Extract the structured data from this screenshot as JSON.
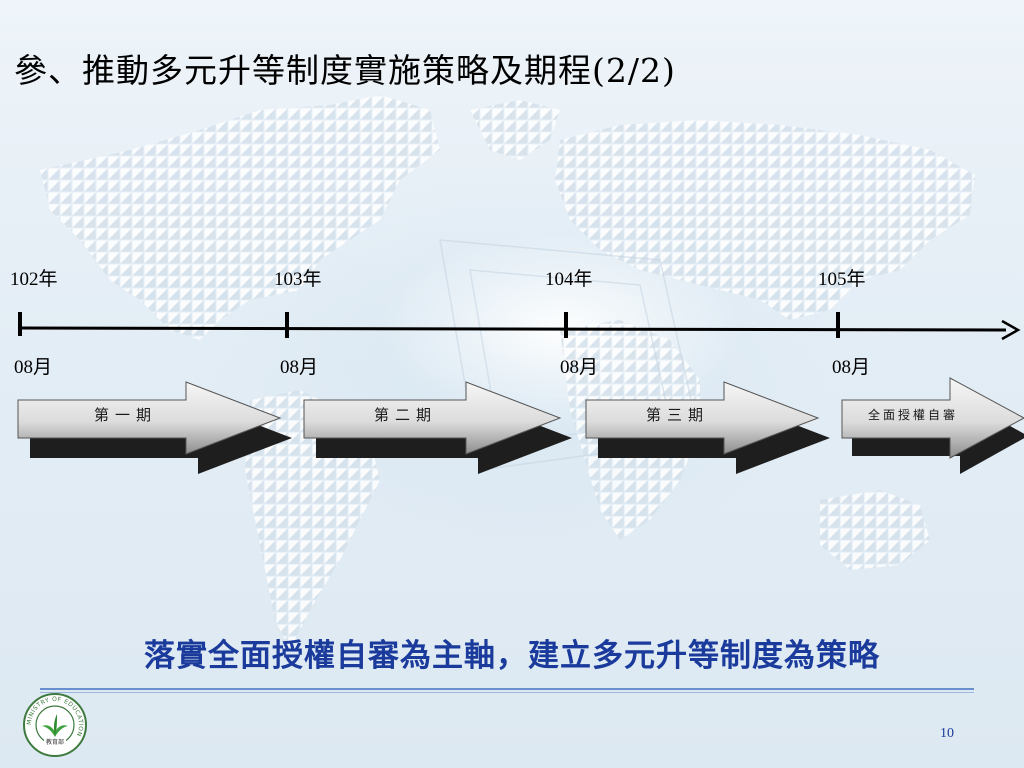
{
  "slide": {
    "title": "參、推動多元升等制度實施策略及期程(2/2)",
    "subtitle": "落實全面授權自審為主軸，建立多元升等制度為策略",
    "page_number": "10"
  },
  "timeline": {
    "years": [
      "102年",
      "103年",
      "104年",
      "105年"
    ],
    "months": [
      "08月",
      "08月",
      "08月",
      "08月"
    ]
  },
  "phases": [
    {
      "label": "第一期"
    },
    {
      "label": "第二期"
    },
    {
      "label": "第三期"
    },
    {
      "label": "全面授權自審"
    }
  ],
  "logo": {
    "ring_text": "MINISTRY OF EDUCATION",
    "inner_text": "教育部",
    "icon": "ministry-of-education-logo"
  },
  "colors": {
    "subtitle": "#1a3a9c",
    "page_number": "#1a3a9c",
    "timeline": "#000000",
    "arrow_face_top": "#f4f4f4",
    "arrow_face_bottom": "#9a9a9a",
    "arrow_shadow": "#222222"
  }
}
